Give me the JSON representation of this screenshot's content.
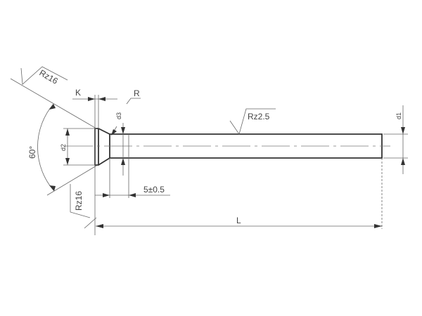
{
  "labels": {
    "rz_head_top": "Rz16",
    "rz_head_bottom": "Rz16",
    "rz_shaft": "Rz2.5",
    "k": "K",
    "r": "R",
    "d3": "d3",
    "d2": "d2",
    "d1": "d1",
    "angle": "60°",
    "length_5": "5±0.5",
    "length_total": "L"
  },
  "colors": {
    "line": "#333333",
    "background": "#ffffff"
  }
}
